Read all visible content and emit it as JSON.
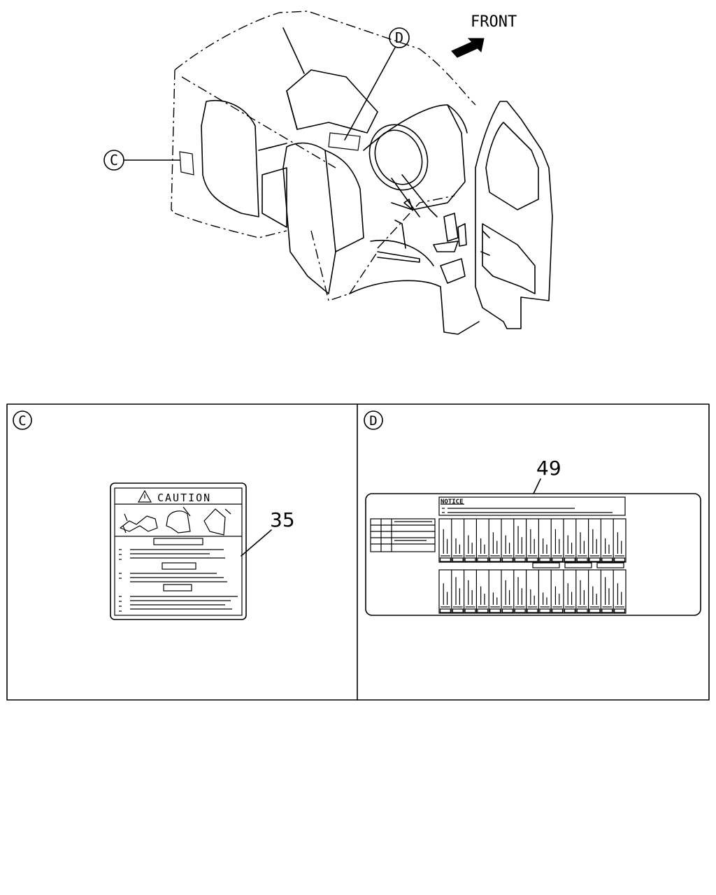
{
  "overview": {
    "front_label": "FRONT",
    "callout_c": "C",
    "callout_d": "D"
  },
  "panel_c": {
    "letter": "C",
    "part_number": "35",
    "label_heading": "CAUTION"
  },
  "panel_d": {
    "letter": "D",
    "part_number": "49",
    "label_heading": "NOTICE"
  }
}
